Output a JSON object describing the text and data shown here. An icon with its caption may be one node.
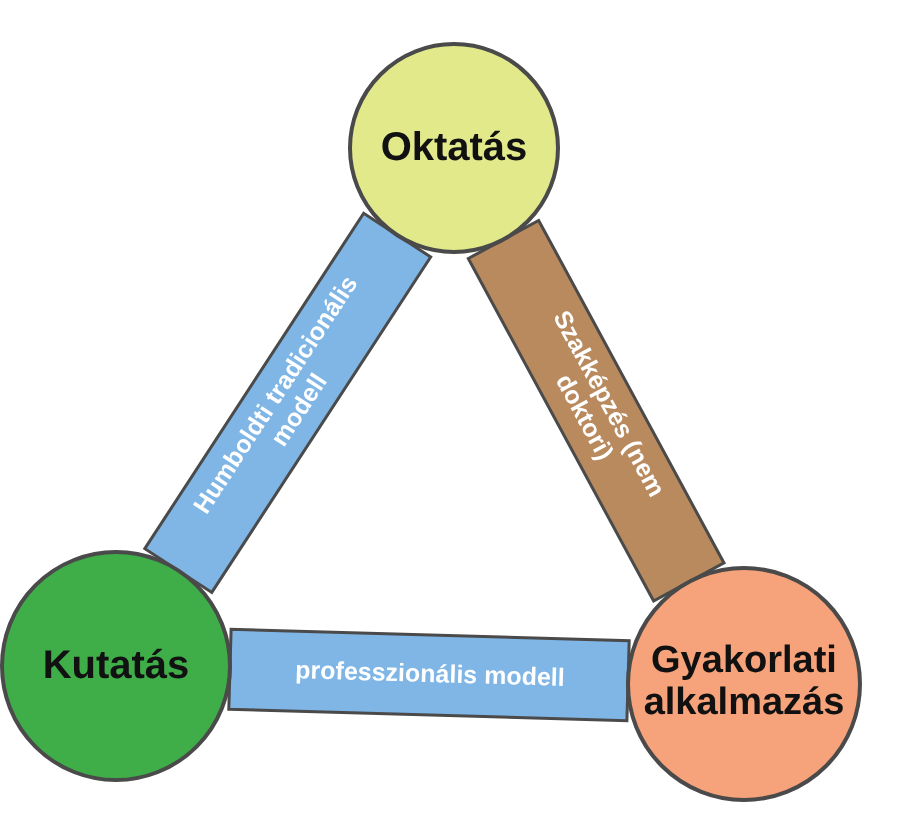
{
  "diagram": {
    "nodes": [
      {
        "text": [
          "Oktatás"
        ]
      },
      {
        "text": [
          "Kutatás"
        ]
      },
      {
        "text": [
          "Gyakorlati alkalmazás"
        ]
      }
    ],
    "edges": [
      {
        "from": 1,
        "to": 0,
        "arrow": "none",
        "style": "thick",
        "label": "Humboldti tradicionális modell"
      },
      {
        "from": 0,
        "to": 2,
        "arrow": "none",
        "style": "thick",
        "label": "Szakképzés (nem doktori)",
        "color": "#b88a5e"
      },
      {
        "from": 1,
        "to": 2,
        "arrow": "none",
        "style": "thick",
        "label": "professzionális modell"
      }
    ]
  }
}
